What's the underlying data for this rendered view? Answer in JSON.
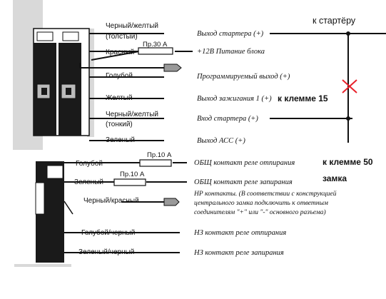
{
  "annotations": {
    "to_starter": "к стартёру",
    "to_terminal_15": "к клемме 15",
    "to_terminal_50": "к клемме 50",
    "lock": "замка"
  },
  "connector1": {
    "wires": [
      {
        "color": "Черный/желтый",
        "color2": "(толстый)",
        "description": "Выход стартера (+)"
      },
      {
        "color": "Красный",
        "fuse": "Пр.30 А",
        "description": "+12В Питание блока"
      },
      {
        "color": "Голубой",
        "description": "Программируемый выход (+)"
      },
      {
        "color": "Желтый",
        "description": "Выход зажигания 1 (+)"
      },
      {
        "color": "Черный/желтый",
        "color2": "(тонкий)",
        "description": "Вход стартера (+)"
      },
      {
        "color": "Зеленый",
        "description": "Выход АСС (+)"
      }
    ]
  },
  "connector2": {
    "wires": [
      {
        "color": "Голубой",
        "fuse": "Пр.10 А",
        "description": "ОБЩ контакт реле отпирания"
      },
      {
        "color": "Зеленый",
        "fuse": "Пр.10 А",
        "description": "ОБЩ контакт реле запирания"
      },
      {
        "color": "Черный/красный",
        "description": "НР контакты. (В соответствии с конструкцией",
        "description2": "центрального замка подключить к ответным",
        "description3": "соединителям \"+\" или \"-\" основного разъема)"
      },
      {
        "color": "Голубой/черный",
        "description": "НЗ контакт реле отпирания"
      },
      {
        "color": "Зеленый/черный",
        "description": "НЗ контакт реле запирания"
      }
    ]
  },
  "colors": {
    "ink": "#111111",
    "cross": "#e8202a",
    "housing": "#1a1a1a",
    "panel": "#d9d9d9"
  }
}
